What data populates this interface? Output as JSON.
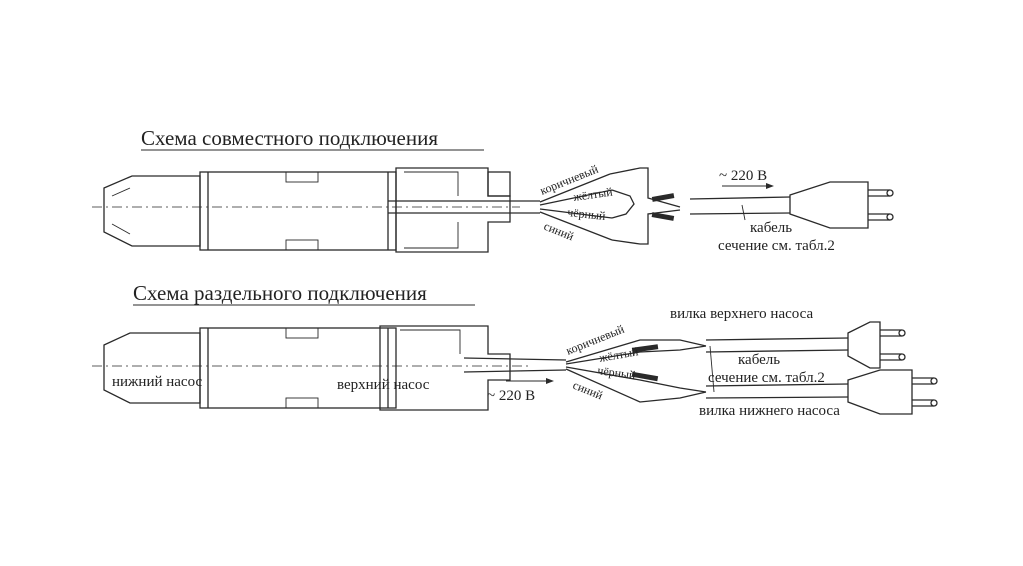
{
  "diagram_1": {
    "title": "Схема совместного подключения",
    "wires": [
      "коричневый",
      "жёлтый",
      "чёрный",
      "синий"
    ],
    "voltage": "~ 220 В",
    "cable_label": "кабель",
    "section_label": "сечение см. табл.2"
  },
  "diagram_2": {
    "title": "Схема раздельного подключения",
    "wires": [
      "коричневый",
      "жёлтый",
      "чёрный",
      "синий"
    ],
    "lower_pump": "нижний насос",
    "upper_pump": "верхний насос",
    "voltage": "~ 220 В",
    "upper_plug": "вилка верхнего насоса",
    "cable_label": "кабель",
    "section_label": "сечение см. табл.2",
    "lower_plug": "вилка нижнего насоса"
  }
}
